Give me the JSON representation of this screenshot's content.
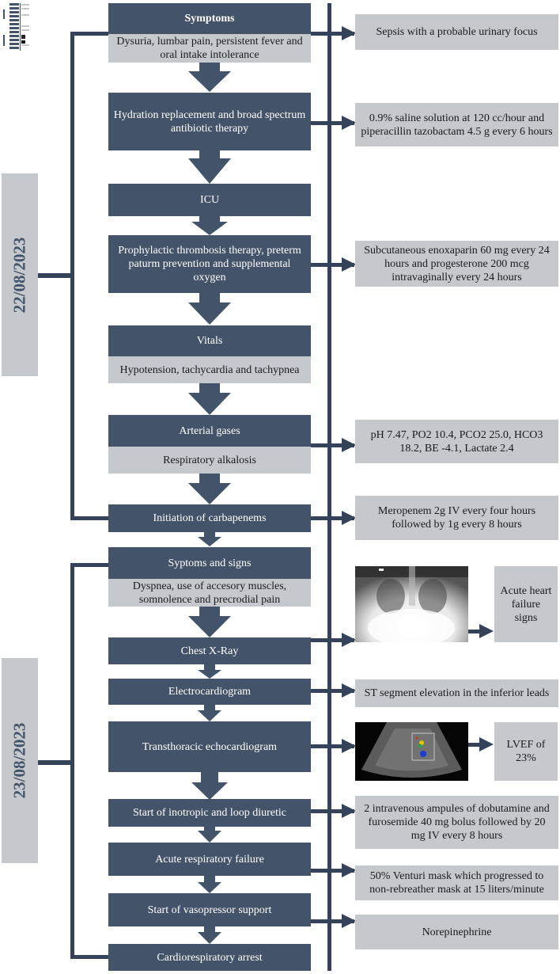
{
  "thumbnail": {
    "icon": "flowchart-thumbnail-icon"
  },
  "dates": [
    "22/08/2023",
    "23/08/2023"
  ],
  "steps": [
    {
      "title": "Symptoms",
      "detail": "Dysuria, lumbar pain, persistent fever and oral intake intolerance",
      "note": "Sepsis with a probable urinary focus"
    },
    {
      "title": "Hydration replacement and broad spectrum antibiotic therapy",
      "note": "0.9% saline solution at 120 cc/hour and piperacillin tazobactam 4.5 g every 6 hours"
    },
    {
      "title": "ICU"
    },
    {
      "title": "Prophylactic thrombosis therapy, preterm paturm prevention and supplemental oxygen",
      "note": "Subcutaneous enoxaparin 60 mg every 24 hours and progesterone 200 mcg intravaginally every 24 hours"
    },
    {
      "title": "Vitals",
      "detail": "Hypotension, tachycardia and tachypnea"
    },
    {
      "title": "Arterial gases",
      "detail": "Respiratory alkalosis",
      "note": "pH 7.47, PO2 10.4, PCO2 25.0, HCO3 18.2,  BE -4.1, Lactate 2.4"
    },
    {
      "title": "Initiation of carbapenems",
      "note": "Meropenem 2g IV every four hours followed by 1g every 8 hours"
    },
    {
      "title": "Syptoms and signs",
      "detail": "Dyspnea, use of accesory muscles, somnolence and precrodial pain"
    },
    {
      "title": "Chest X-Ray",
      "image": "chest-xray-image",
      "result": "Acute heart failure signs"
    },
    {
      "title": "Electrocardiogram",
      "note": "ST segment elevation in the inferior leads"
    },
    {
      "title": "Transthoracic echocardiogram",
      "image": "echocardiogram-image",
      "result": "LVEF of 23%"
    },
    {
      "title": "Start of inotropic and loop diuretic",
      "note": "2 intravenous ampules of dobutamine and furosemide 40 mg bolus followed by 20 mg IV every 8 hours"
    },
    {
      "title": "Acute respiratory failure",
      "note": "50% Venturi mask which progressed to non-rebreather mask at 15 liters/minute"
    },
    {
      "title": "Start of vasopressor support",
      "note": "Norepinephrine"
    },
    {
      "title": "Cardiorespiratory arrest"
    }
  ],
  "colors": {
    "dark": "#435369",
    "light": "#c5c8cd",
    "line": "#34425a"
  }
}
